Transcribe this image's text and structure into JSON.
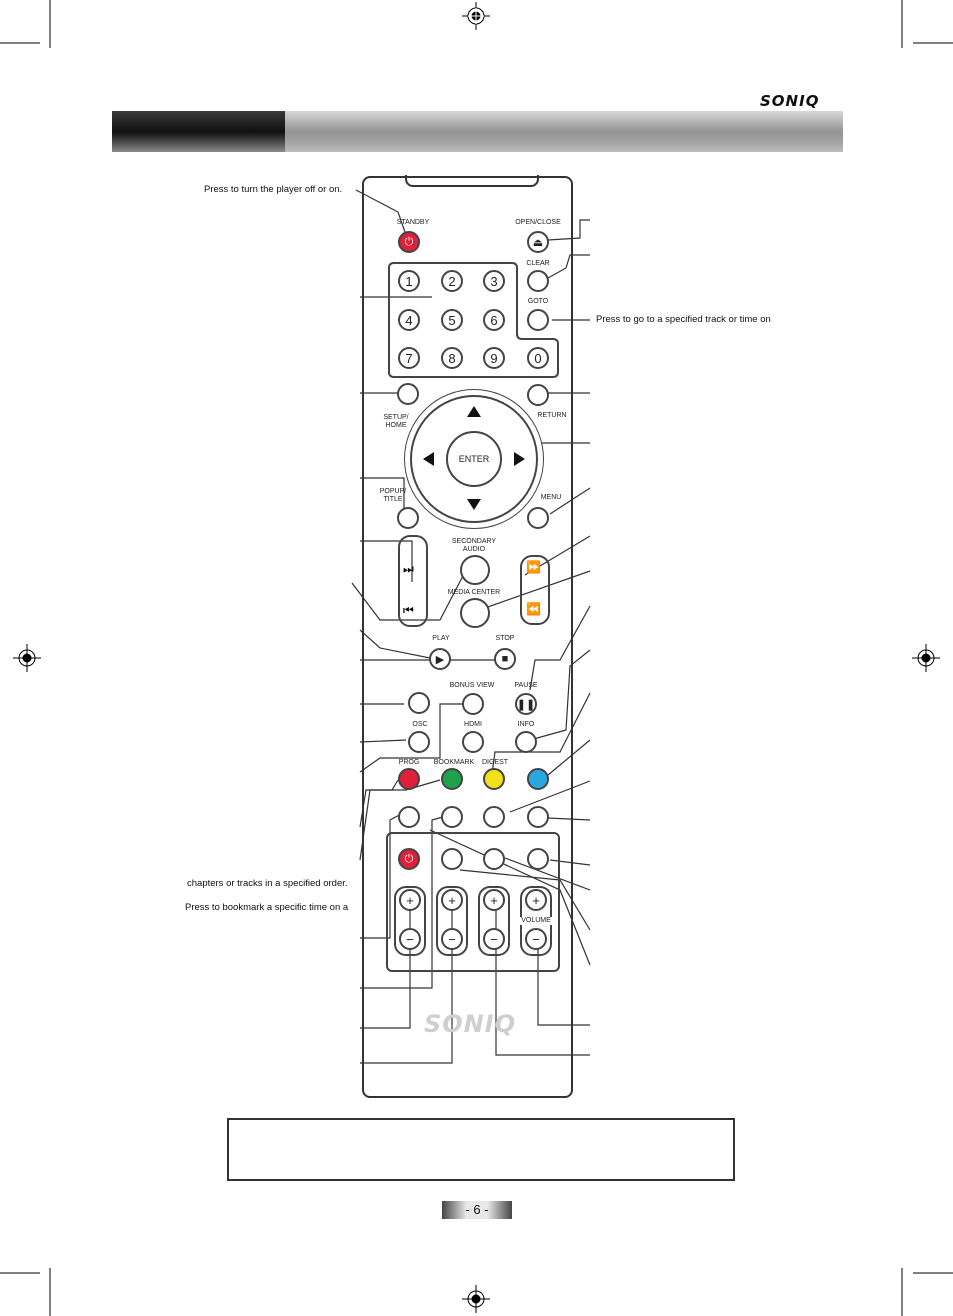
{
  "brand": "SONIQ",
  "page_number": "- 6 -",
  "annotations": {
    "standby": "Press to turn the player off or on.",
    "goto": "Press to go to a specified track or time on",
    "prog": "chapters or tracks in a specified order.",
    "bookmark": "Press to bookmark a specific time on a"
  },
  "remote": {
    "standby_label": "STANDBY",
    "open_close_label": "OPEN/CLOSE",
    "clear_label": "CLEAR",
    "goto_label": "GOTO",
    "digits": [
      "1",
      "2",
      "3",
      "4",
      "5",
      "6",
      "7",
      "8",
      "9",
      "0"
    ],
    "setup_home_label": "SETUP/ HOME",
    "return_label": "RETURN",
    "enter_label": "ENTER",
    "popup_title_label": "POPUP/ TITLE",
    "menu_label": "MENU",
    "secondary_audio_label": "SECONDARY AUDIO",
    "media_center_label": "MEDIA CENTER",
    "play_label": "PLAY",
    "stop_label": "STOP",
    "bonus_view_label": "BONUS VIEW",
    "pause_label": "PAUSE",
    "osc_label": "OSC",
    "hdmi_label": "HDMI",
    "info_label": "INFO",
    "prog_label": "PROG",
    "bookmark_label": "BOOKMARK",
    "digest_label": "DIGEST",
    "volume_label": "VOLUME",
    "plus": "+",
    "minus": "−"
  },
  "colors": {
    "red": "#e0203a",
    "green": "#1fa34a",
    "yellow": "#f4e01a",
    "blue": "#2aa7e0"
  }
}
